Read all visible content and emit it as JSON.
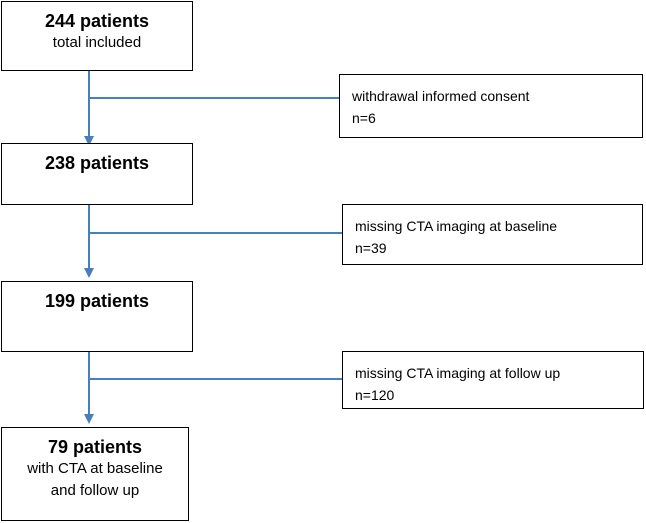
{
  "nodes": {
    "total": {
      "title": "244 patients",
      "subtitle": "total included"
    },
    "after_consent": {
      "title": "238 patients"
    },
    "after_baseline": {
      "title": "199 patients"
    },
    "final": {
      "title": "79 patients",
      "subtitle_line1": "with CTA at baseline",
      "subtitle_line2": "and follow up"
    }
  },
  "exclusions": {
    "consent": {
      "reason": "withdrawal informed consent",
      "count": "n=6"
    },
    "baseline": {
      "reason": "missing CTA imaging at baseline",
      "count": "n=39"
    },
    "followup": {
      "reason": "missing CTA imaging at follow up",
      "count": "n=120"
    }
  },
  "colors": {
    "connector": "#4a7ebb",
    "box_border": "#000000"
  }
}
